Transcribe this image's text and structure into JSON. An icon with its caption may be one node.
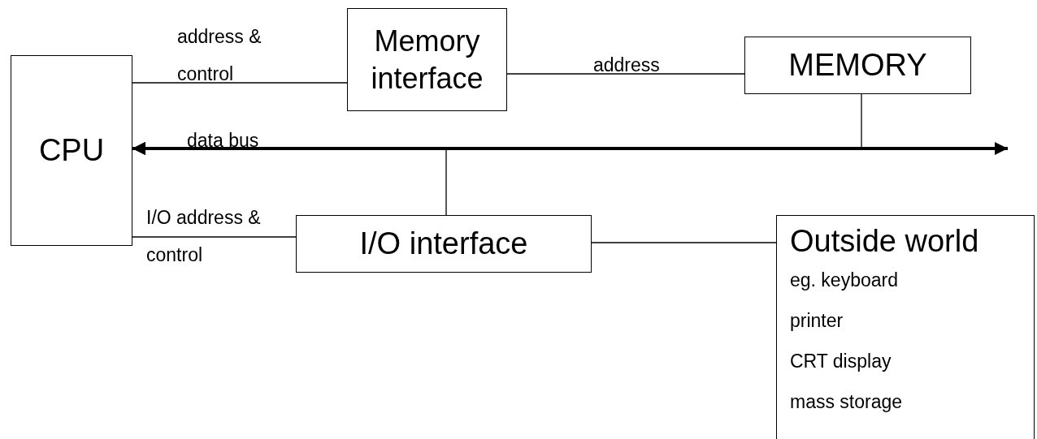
{
  "diagram": {
    "nodes": [
      {
        "text": [
          "CPU"
        ]
      },
      {
        "text": [
          "Memory interface"
        ]
      },
      {
        "text": [
          "MEMORY"
        ]
      },
      {
        "text": [
          "I/O interface"
        ]
      },
      {
        "text": [
          "Outside world",
          "eg. keyboard",
          "printer",
          "CRT display",
          "mass storage"
        ]
      }
    ],
    "edges": [
      {
        "from": 0,
        "to": 1,
        "arrow": "none",
        "label": "address & control"
      },
      {
        "from": 1,
        "to": 2,
        "arrow": "none",
        "label": "address"
      },
      {
        "from": null,
        "to": 0,
        "arrow": "both",
        "label": "data bus",
        "style": "thick"
      },
      {
        "from": 2,
        "to": 0,
        "arrow": "to"
      },
      {
        "from": 3,
        "to": 0,
        "arrow": "to"
      },
      {
        "from": 0,
        "to": 3,
        "arrow": "none",
        "label": "I/O address & control"
      },
      {
        "from": 3,
        "to": 4,
        "arrow": "none"
      }
    ]
  }
}
